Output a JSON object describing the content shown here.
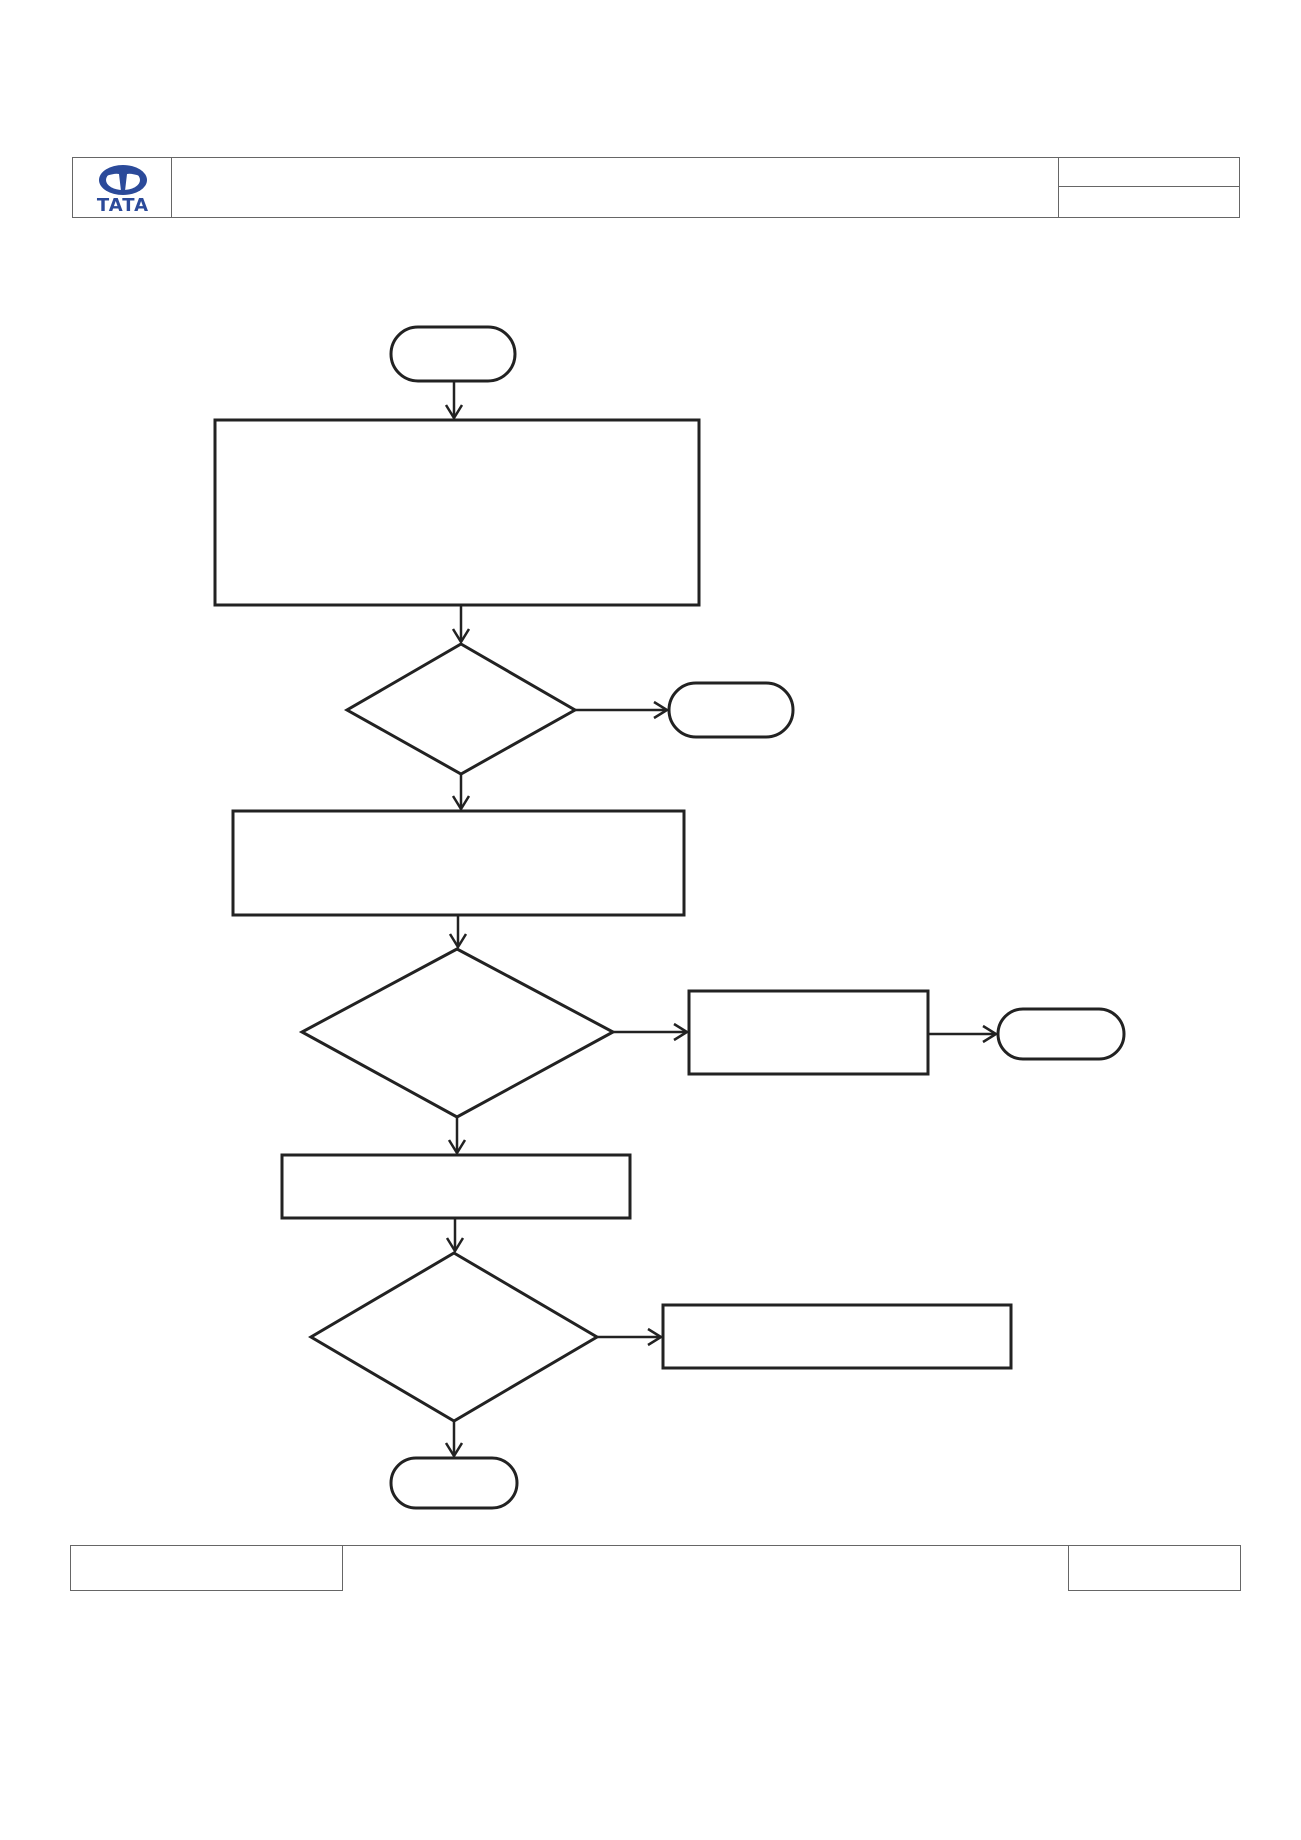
{
  "header": {
    "logo": {
      "icon": "tata-logo-icon",
      "text": "TATA",
      "color": "#2b4a9a"
    },
    "title": "",
    "doc_number": "",
    "revision": ""
  },
  "footer": {
    "left": "",
    "right": ""
  },
  "flowchart": {
    "stroke_color": "#222222",
    "nodes": [
      {
        "id": "start",
        "shape": "terminal",
        "label": ""
      },
      {
        "id": "process-1",
        "shape": "process",
        "label": ""
      },
      {
        "id": "decision-1",
        "shape": "decision",
        "label": ""
      },
      {
        "id": "terminal-1",
        "shape": "terminal",
        "label": ""
      },
      {
        "id": "process-2",
        "shape": "process",
        "label": ""
      },
      {
        "id": "decision-2",
        "shape": "decision",
        "label": ""
      },
      {
        "id": "process-3",
        "shape": "process",
        "label": ""
      },
      {
        "id": "terminal-2",
        "shape": "terminal",
        "label": ""
      },
      {
        "id": "process-4",
        "shape": "process",
        "label": ""
      },
      {
        "id": "decision-3",
        "shape": "decision",
        "label": ""
      },
      {
        "id": "process-5",
        "shape": "process",
        "label": ""
      },
      {
        "id": "end",
        "shape": "terminal",
        "label": ""
      }
    ],
    "edges": [
      {
        "from": "start",
        "to": "process-1"
      },
      {
        "from": "process-1",
        "to": "decision-1"
      },
      {
        "from": "decision-1",
        "to": "terminal-1"
      },
      {
        "from": "decision-1",
        "to": "process-2"
      },
      {
        "from": "process-2",
        "to": "decision-2"
      },
      {
        "from": "decision-2",
        "to": "process-3"
      },
      {
        "from": "process-3",
        "to": "terminal-2"
      },
      {
        "from": "decision-2",
        "to": "process-4"
      },
      {
        "from": "process-4",
        "to": "decision-3"
      },
      {
        "from": "decision-3",
        "to": "process-5"
      },
      {
        "from": "decision-3",
        "to": "end"
      }
    ]
  }
}
